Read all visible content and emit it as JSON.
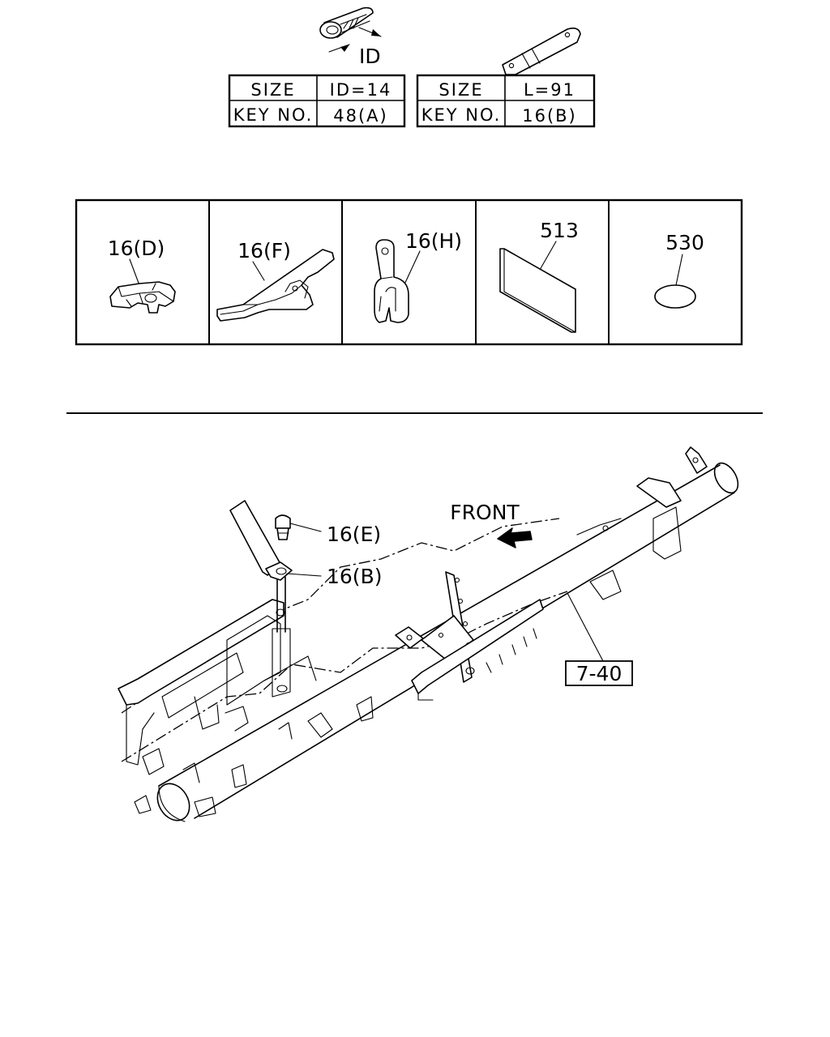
{
  "size_tables": [
    {
      "dimension_label": "ID",
      "header_key": "SIZE",
      "header_value": "ID=14",
      "row_key": "KEY NO.",
      "row_value": "48(A)"
    },
    {
      "dimension_label": "",
      "header_key": "SIZE",
      "header_value": "L=91",
      "row_key": "KEY NO.",
      "row_value": "16(B)"
    }
  ],
  "part_boxes": [
    {
      "label": "16(D)"
    },
    {
      "label": "16(F)"
    },
    {
      "label": "16(H)"
    },
    {
      "label": "513"
    },
    {
      "label": "530"
    }
  ],
  "assembly": {
    "direction_label": "FRONT",
    "callouts": [
      "16(E)",
      "16(B)"
    ],
    "reference_label": "7-40"
  }
}
